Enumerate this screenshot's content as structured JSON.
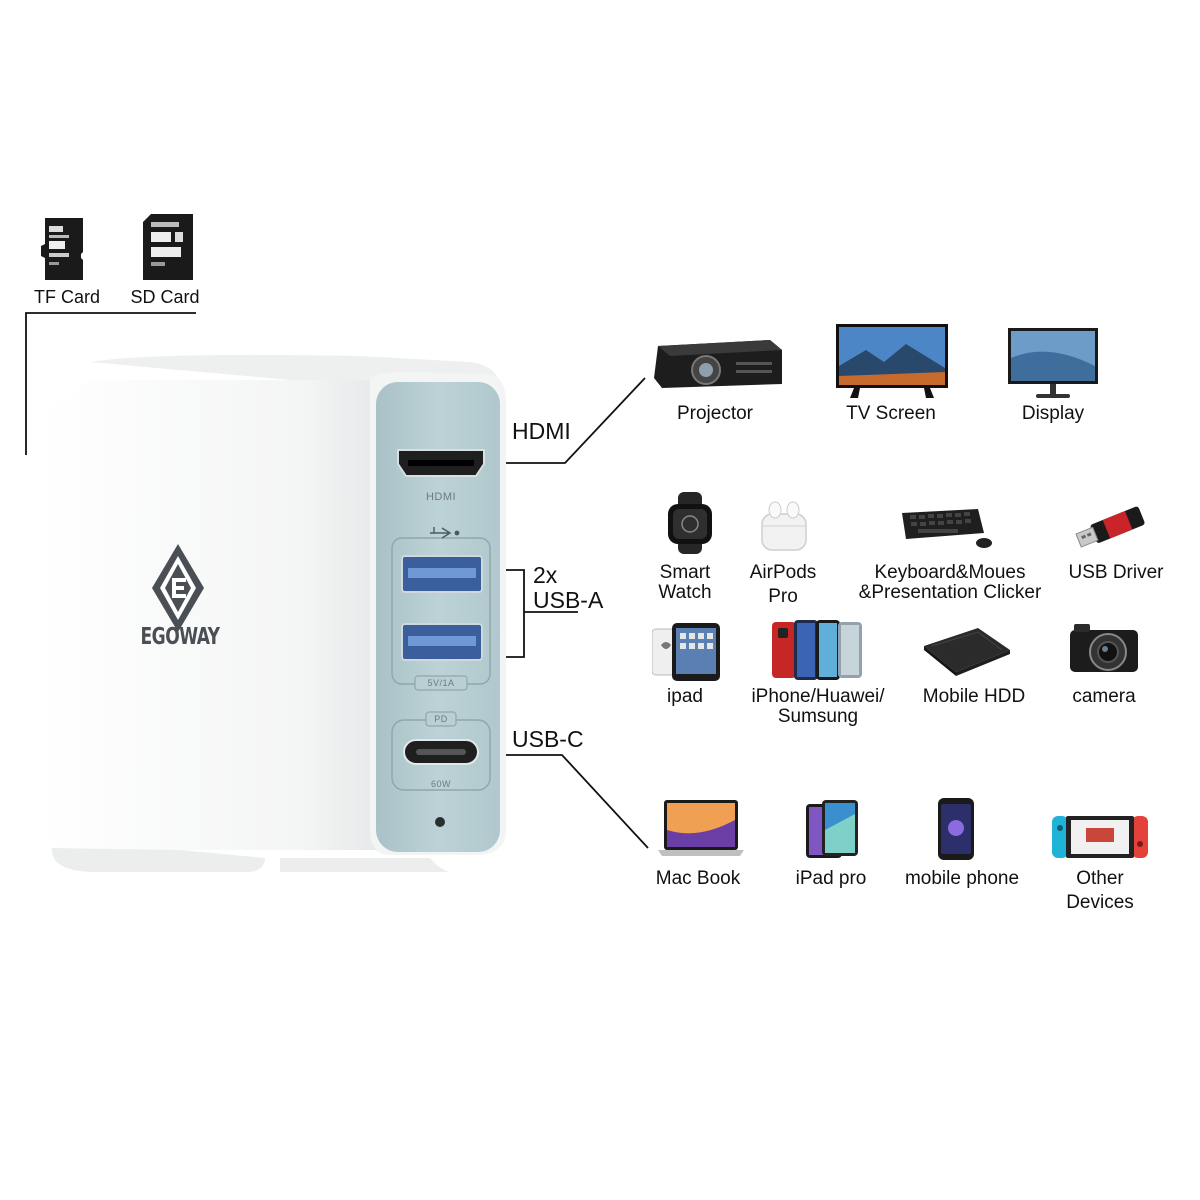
{
  "cards": {
    "tf_label": "TF Card",
    "sd_label": "SD Card"
  },
  "hub": {
    "brand": "EGOWAY",
    "hdmi_port_print": "HDMI",
    "usba_badge": "5V/1A",
    "usbc_top_badge": "PD",
    "usbc_bottom_print": "60W",
    "body_color": "#f7f8f8",
    "panel_color": "#b9cfd4"
  },
  "ports": {
    "hdmi": "HDMI",
    "usba_line1": "2x",
    "usba_line2": "USB-A",
    "usbc": "USB-C"
  },
  "devices": {
    "hdmi_row": [
      {
        "label": "Projector",
        "icon": "projector-icon"
      },
      {
        "label": "TV Screen",
        "icon": "tv-icon"
      },
      {
        "label": "Display",
        "icon": "monitor-icon"
      }
    ],
    "usba_row1": [
      {
        "line1": "Smart",
        "line2": "Watch",
        "icon": "smartwatch-icon"
      },
      {
        "line1": "AirPods",
        "line2": "Pro",
        "icon": "airpods-icon"
      },
      {
        "line1": "Keyboard&Moues",
        "line2": "&Presentation Clicker",
        "icon": "keyboard-mouse-icon"
      },
      {
        "line1": "USB Driver",
        "icon": "usb-drive-icon"
      }
    ],
    "usba_row2": [
      {
        "line1": "ipad",
        "icon": "ipad-icon"
      },
      {
        "line1": "iPhone/Huawei/",
        "line2": "Sumsung",
        "icon": "phones-icon"
      },
      {
        "line1": "Mobile HDD",
        "icon": "hdd-icon"
      },
      {
        "line1": "camera",
        "icon": "camera-icon"
      }
    ],
    "usbc_row": [
      {
        "line1": "Mac Book",
        "icon": "laptop-icon"
      },
      {
        "line1": "iPad pro",
        "icon": "ipad-pro-icon"
      },
      {
        "line1": "mobile phone",
        "icon": "mobile-phone-icon"
      },
      {
        "line1": "Other",
        "line2": "Devices",
        "icon": "game-console-icon"
      }
    ]
  }
}
